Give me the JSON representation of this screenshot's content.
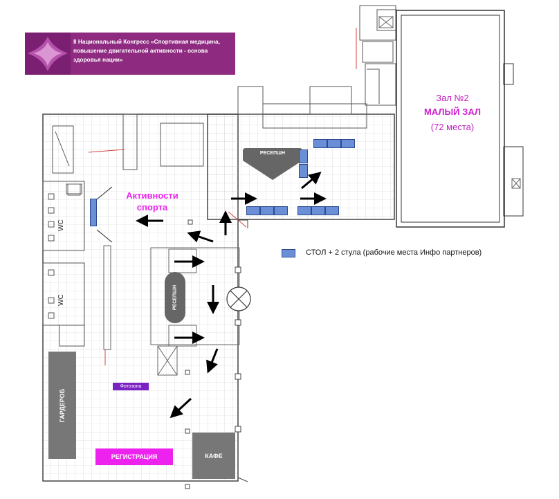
{
  "banner": {
    "title": "II Национальный Конгресс «Спортивная медицина, повышение двигательной активности - основа здоровья нации»",
    "background": "#8e2a80"
  },
  "hall2": {
    "title": "Зал №2",
    "name": "МАЛЫЙ ЗАЛ",
    "capacity": "(72 места)"
  },
  "zones": {
    "activity": "Активности спорта",
    "wc_top": "WC",
    "wc_bottom": "WC",
    "wardrobe": "ГАРДЕРОБ",
    "cafe": "КАФЕ",
    "registration": "РЕГИСТРАЦИЯ",
    "photozone": "Фотозона",
    "reception_top": "РЕСЕПШН",
    "reception_mid": "РЕСЕПШН"
  },
  "legend": {
    "text": "СТОЛ + 2 стула (рабочие места Инфо партнеров)",
    "color": "#6a8fd6"
  },
  "colors": {
    "accent_magenta": "#ee22ee",
    "dark_block": "#777777",
    "photozone": "#7a22c4",
    "plan_lines": "#555555"
  }
}
